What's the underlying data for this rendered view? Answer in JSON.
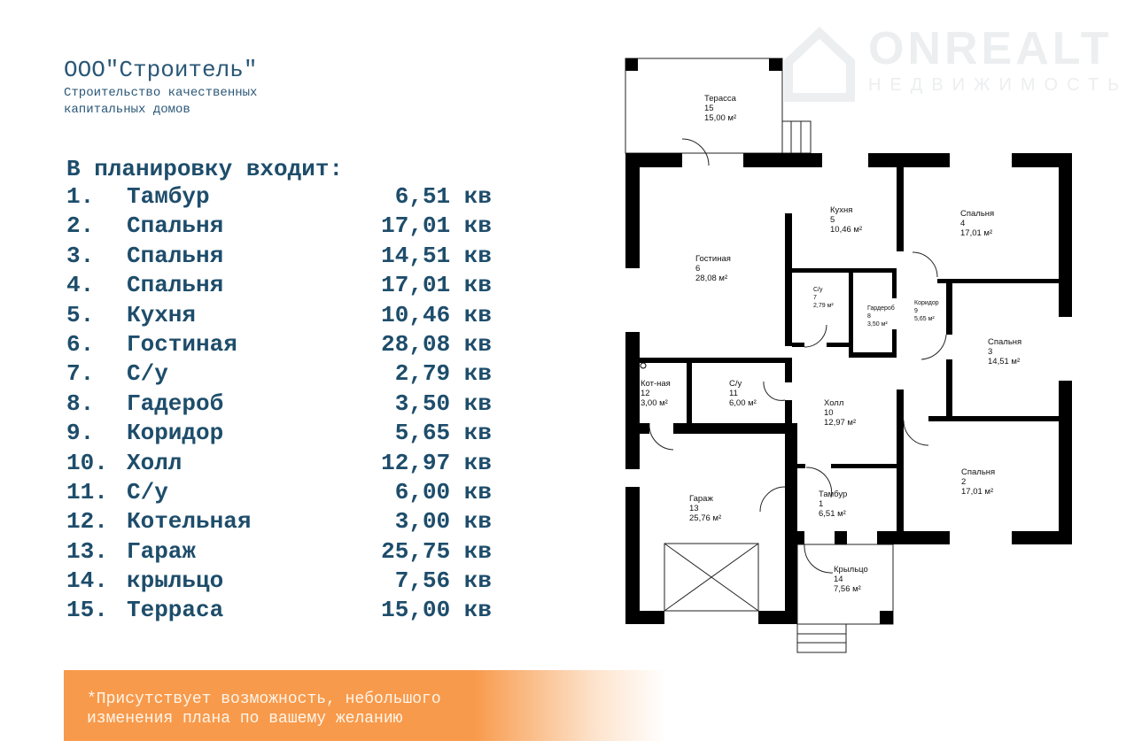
{
  "header": {
    "company": "ООО\"Строитель\"",
    "tagline": "Строительство качественных капитальных домов"
  },
  "list": {
    "title": "В планировку входит:",
    "unit": "кв",
    "items": [
      {
        "num": "1.",
        "name": "Тамбур",
        "area": "6,51"
      },
      {
        "num": "2.",
        "name": "Спальня",
        "area": "17,01"
      },
      {
        "num": "3.",
        "name": "Спальня",
        "area": "14,51"
      },
      {
        "num": "4.",
        "name": "Спальня",
        "area": "17,01"
      },
      {
        "num": "5.",
        "name": "Кухня",
        "area": "10,46"
      },
      {
        "num": "6.",
        "name": "Гостиная",
        "area": "28,08"
      },
      {
        "num": "7.",
        "name": "С/у",
        "area": "2,79"
      },
      {
        "num": "8.",
        "name": "Гадероб",
        "area": "3,50"
      },
      {
        "num": "9.",
        "name": "Коридор",
        "area": "5,65"
      },
      {
        "num": "10.",
        "name": "Холл",
        "area": "12,97"
      },
      {
        "num": "11.",
        "name": "С/у",
        "area": "6,00"
      },
      {
        "num": "12.",
        "name": "Котельная",
        "area": "3,00"
      },
      {
        "num": "13.",
        "name": "Гараж",
        "area": "25,75"
      },
      {
        "num": "14.",
        "name": "крыльцо",
        "area": "7,56"
      },
      {
        "num": "15.",
        "name": "Терраса",
        "area": "15,00"
      }
    ]
  },
  "banner": {
    "text": "*Присутствует возможность, небольшого\nизменения плана по вашему желанию"
  },
  "watermark": {
    "brand": "ONREALT",
    "sub": "НЕДВИЖИМОСТЬ"
  },
  "plan": {
    "rooms": [
      {
        "name": "Терасса",
        "num": "15",
        "area": "15,00 м²"
      },
      {
        "name": "Кухня",
        "num": "5",
        "area": "10,46 м²"
      },
      {
        "name": "Спальня",
        "num": "4",
        "area": "17,01 м²"
      },
      {
        "name": "Гостиная",
        "num": "6",
        "area": "28,08 м²"
      },
      {
        "name": "С/у",
        "num": "7",
        "area": "2,79 м²"
      },
      {
        "name": "Гардероб",
        "num": "8",
        "area": "3,50 м²"
      },
      {
        "name": "Коридор",
        "num": "9",
        "area": "5,65 м²"
      },
      {
        "name": "Спальня",
        "num": "3",
        "area": "14,51 м²"
      },
      {
        "name": "Кот-ная",
        "num": "12",
        "area": "3,00 м²"
      },
      {
        "name": "С/у",
        "num": "11",
        "area": "6,00 м²"
      },
      {
        "name": "Холл",
        "num": "10",
        "area": "12,97 м²"
      },
      {
        "name": "Спальня",
        "num": "2",
        "area": "17,01 м²"
      },
      {
        "name": "Гараж",
        "num": "13",
        "area": "25,76 м²"
      },
      {
        "name": "Тамбур",
        "num": "1",
        "area": "6,51 м²"
      },
      {
        "name": "Крыльцо",
        "num": "14",
        "area": "7,56 м²"
      }
    ]
  }
}
